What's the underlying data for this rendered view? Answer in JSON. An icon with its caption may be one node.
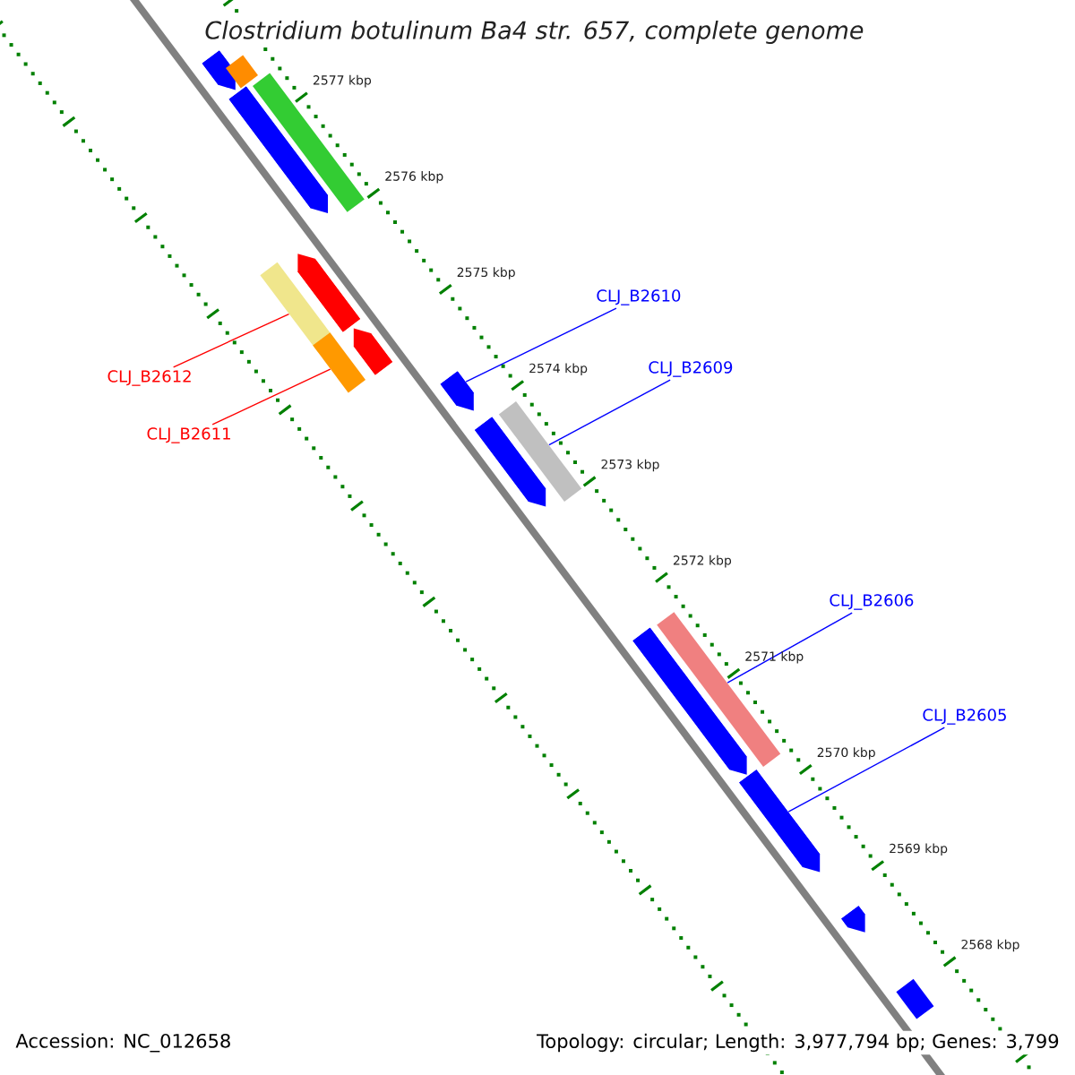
{
  "diagram": {
    "title": "*Clostridium botulinum Ba4 str. 657, complete genome*",
    "nodes": [
      {
        "text": [
          "CLJ_B2610"
        ]
      },
      {
        "text": [
          "CLJ_B2609"
        ]
      },
      {
        "text": [
          "CLJ_B2612"
        ]
      },
      {
        "text": [
          "CLJ_B2611"
        ]
      },
      {
        "text": [
          "CLJ_B2606"
        ]
      },
      {
        "text": [
          "CLJ_B2605"
        ]
      },
      {
        "text": [],
        "shape": "bar"
      },
      {
        "text": [],
        "shape": "arrow"
      },
      {
        "text": [],
        "shape": "bar"
      },
      {
        "text": [],
        "shape": "arrow"
      },
      {
        "text": [],
        "shape": "bar"
      },
      {
        "text": [],
        "shape": "arrow"
      },
      {
        "text": [],
        "shape": "bar"
      },
      {
        "text": [],
        "shape": "arrow"
      },
      {
        "text": [],
        "shape": "arrow"
      },
      {
        "text": [],
        "shape": "arrow"
      },
      {
        "text": [],
        "shape": "bar"
      },
      {
        "text": [],
        "shape": "arrow"
      },
      {
        "text": [],
        "shape": "bar"
      },
      {
        "text": [],
        "shape": "arrow"
      },
      {
        "text": [],
        "shape": "arrow"
      },
      {
        "text": [],
        "shape": "bar"
      }
    ],
    "edges": [
      {
        "from": 0,
        "to": 14,
        "arrow": "none"
      },
      {
        "from": 1,
        "to": 16,
        "arrow": "none"
      },
      {
        "from": 2,
        "to": 10,
        "arrow": "none",
        "color": "#ff0000"
      },
      {
        "from": 3,
        "to": 12,
        "arrow": "none",
        "color": "#ff0000"
      },
      {
        "from": 4,
        "to": 18,
        "arrow": "none"
      },
      {
        "from": 5,
        "to": 19,
        "arrow": "none"
      }
    ],
    "labels": [
      "2577 kbp",
      "2576 kbp",
      "2575 kbp",
      "2574 kbp",
      "2573 kbp",
      "2572 kbp",
      "2571 kbp",
      "2570 kbp",
      "2569 kbp",
      "2568 kbp",
      "Accession: NC_012658",
      "Topology: circular; Length: 3,977,794 bp; Genes: 3,799"
    ]
  }
}
